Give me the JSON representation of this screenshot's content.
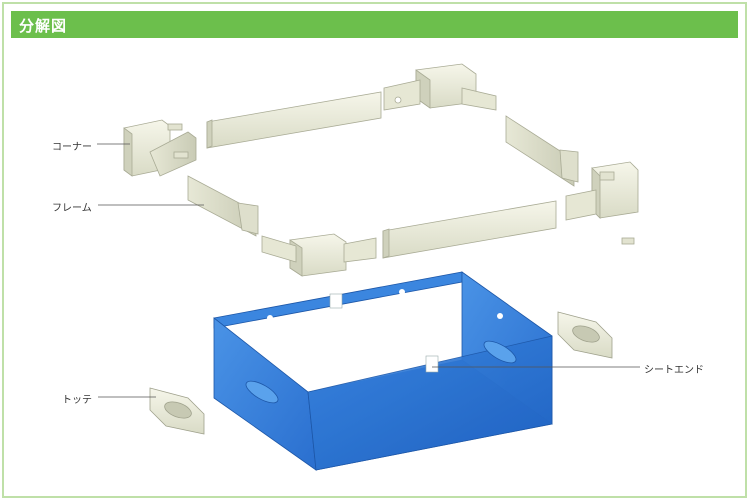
{
  "header": {
    "title": "分解図"
  },
  "labels": {
    "corner": "コーナー",
    "frame": "フレーム",
    "sheet_end": "シートエンド",
    "handle": "トッテ"
  },
  "colors": {
    "header_bg": "#6cbf4c",
    "border": "#bfe0a8",
    "box_blue": "#2f78d6",
    "part_cream": "#eeeedd"
  }
}
